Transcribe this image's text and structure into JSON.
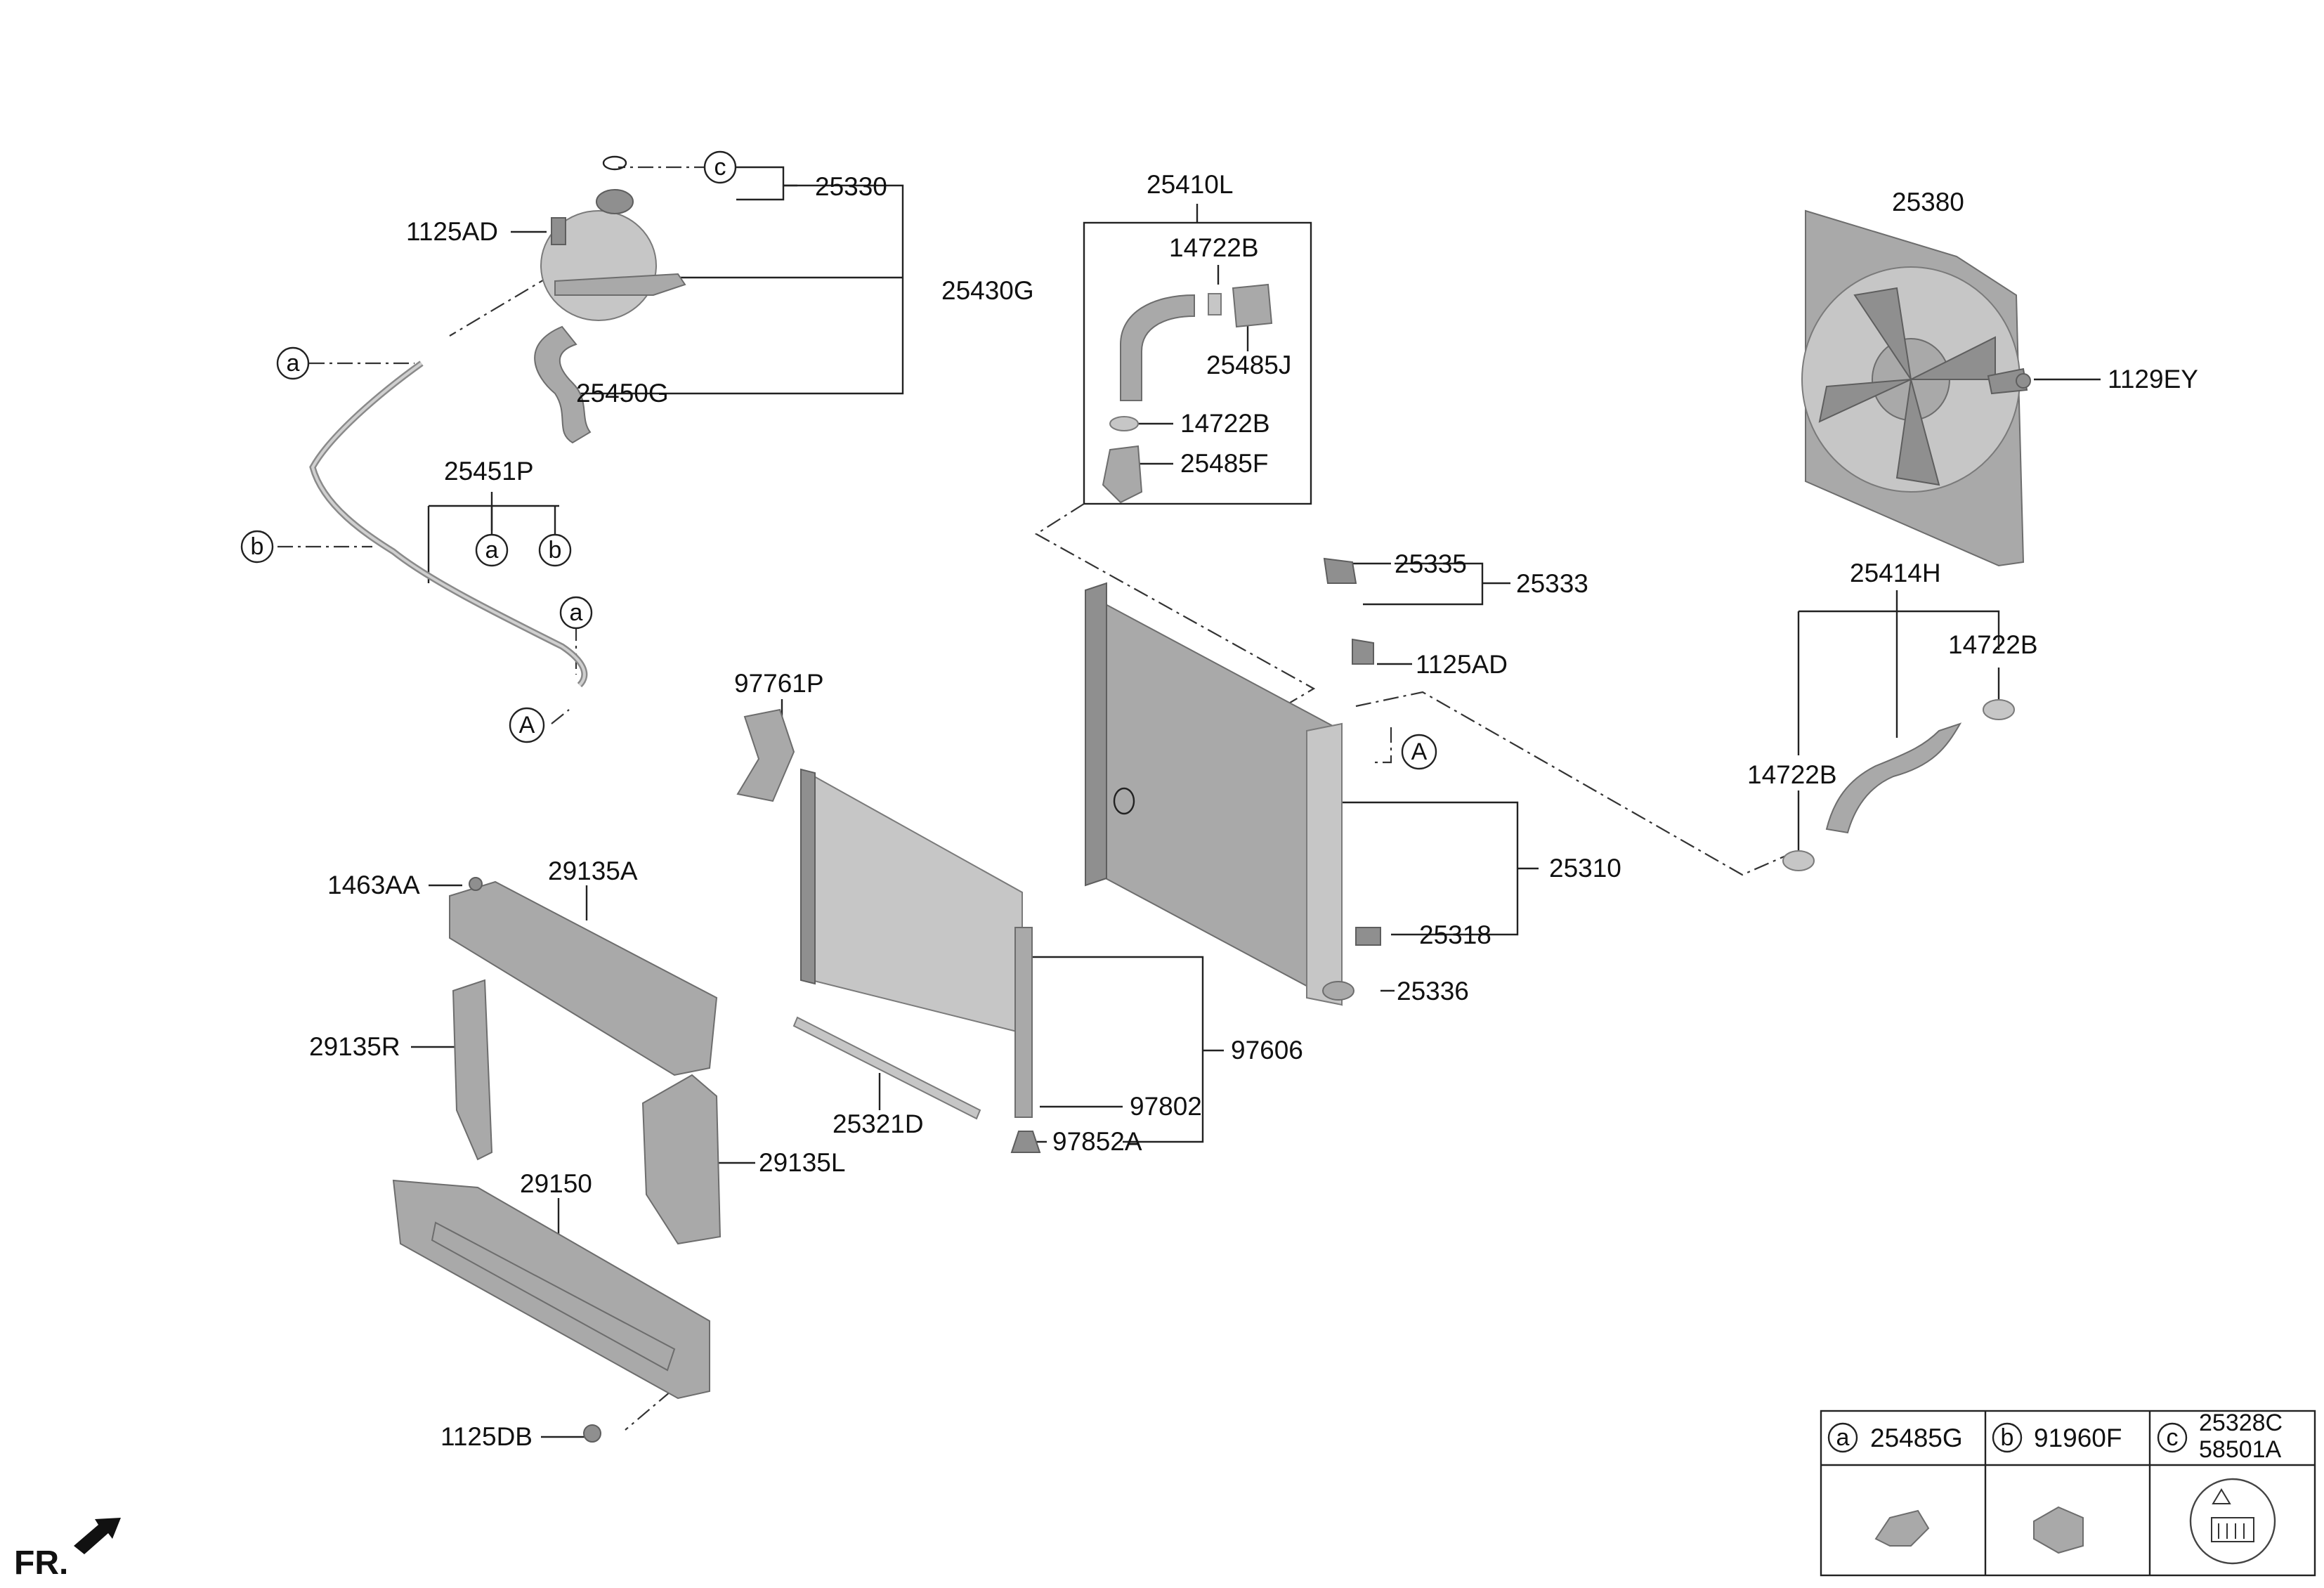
{
  "diagram": {
    "labels": {
      "p25330": "25330",
      "p1125AD_top": "1125AD",
      "p25430G": "25430G",
      "p25450G": "25450G",
      "p25451P": "25451P",
      "p25410L": "25410L",
      "p14722B_a": "14722B",
      "p25485J": "25485J",
      "p14722B_b": "14722B",
      "p25485F": "25485F",
      "p25380": "25380",
      "p1129EY": "1129EY",
      "p25414H": "25414H",
      "p14722B_c": "14722B",
      "p14722B_d": "14722B",
      "p25335": "25335",
      "p25333": "25333",
      "p1125AD_mid": "1125AD",
      "p97761P": "97761P",
      "p25310": "25310",
      "p25318": "25318",
      "p25336": "25336",
      "p1463AA": "1463AA",
      "p29135A": "29135A",
      "p29135R": "29135R",
      "p97606": "97606",
      "p25321D": "25321D",
      "p97802": "97802",
      "p97852A": "97852A",
      "p29135L": "29135L",
      "p29150": "29150",
      "p1125DB": "1125DB"
    },
    "callouts": {
      "c_top": "c",
      "a_left": "a",
      "b_left": "b",
      "a_group": "a",
      "b_group": "b",
      "a_lower": "a",
      "A_left": "A",
      "A_right": "A"
    },
    "legend": {
      "col_a_letter": "a",
      "col_a_part": "25485G",
      "col_b_letter": "b",
      "col_b_part": "91960F",
      "col_c_letter": "c",
      "col_c_part1": "25328C",
      "col_c_part2": "58501A"
    },
    "front_label": "FR."
  }
}
